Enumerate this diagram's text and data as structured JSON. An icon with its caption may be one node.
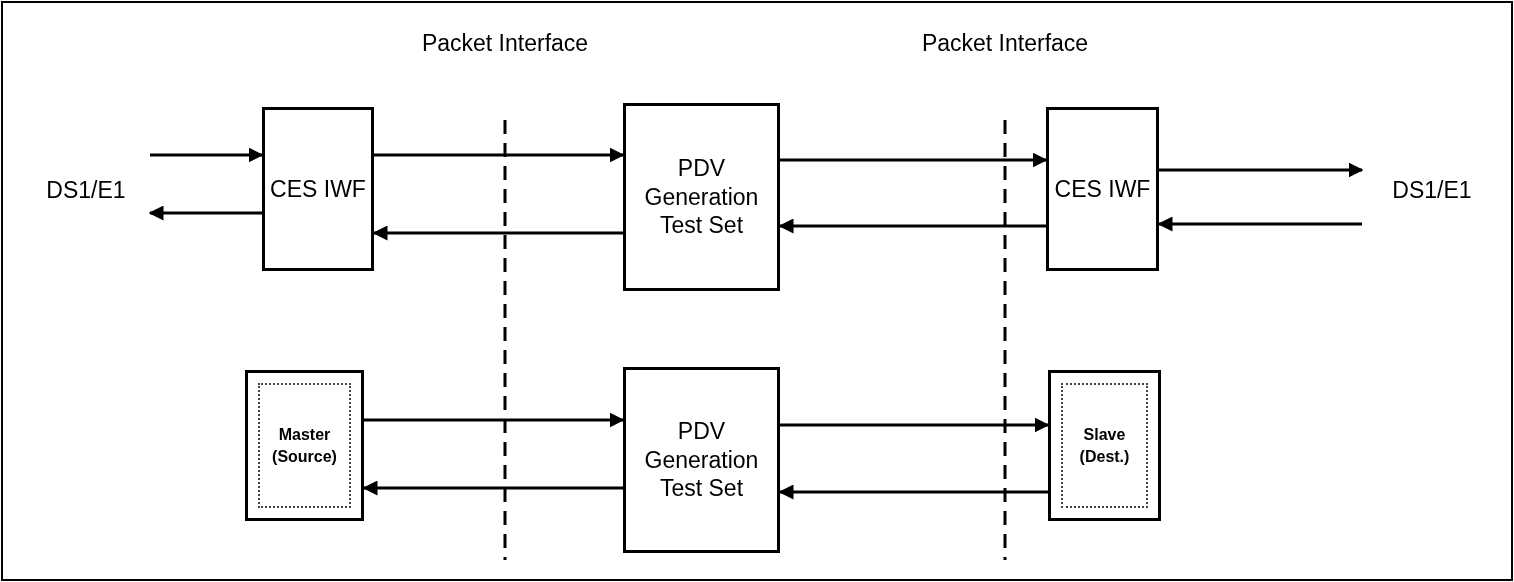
{
  "diagram": {
    "nodes": [
      {
        "text": [
          "DS1/E1"
        ]
      },
      {
        "text": [
          "CES IWF"
        ]
      },
      {
        "text": [
          "PDV Generation Test Set"
        ]
      },
      {
        "text": [
          "CES IWF"
        ]
      },
      {
        "text": [
          "DS1/E1"
        ]
      },
      {
        "text": [
          "Master (Source)"
        ]
      },
      {
        "text": [
          "PDV Generation Test Set"
        ]
      },
      {
        "text": [
          "Slave (Dest.)"
        ]
      }
    ],
    "edges": [
      {
        "from": 0,
        "to": 1,
        "arrow": "to"
      },
      {
        "from": 1,
        "to": 0,
        "arrow": "to"
      },
      {
        "from": 1,
        "to": 2,
        "arrow": "to"
      },
      {
        "from": 2,
        "to": 1,
        "arrow": "to"
      },
      {
        "from": 2,
        "to": 3,
        "arrow": "to"
      },
      {
        "from": 3,
        "to": 2,
        "arrow": "to"
      },
      {
        "from": 3,
        "to": 4,
        "arrow": "to"
      },
      {
        "from": 4,
        "to": 3,
        "arrow": "to"
      },
      {
        "from": 5,
        "to": 6,
        "arrow": "to"
      },
      {
        "from": 6,
        "to": 5,
        "arrow": "to"
      },
      {
        "from": 6,
        "to": 7,
        "arrow": "to"
      },
      {
        "from": 7,
        "to": 6,
        "arrow": "to"
      }
    ],
    "labels": [
      "Packet Interface",
      "Packet Interface"
    ]
  }
}
